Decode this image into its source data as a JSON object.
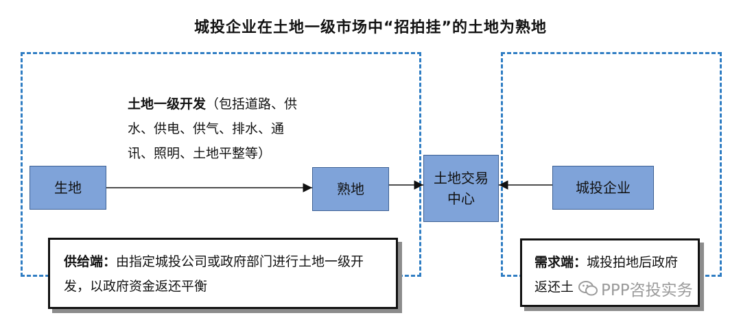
{
  "title": "城投企业在土地一级市场中“招拍挂”的土地为熟地",
  "nodes": {
    "shengdi": "生地",
    "shudi": "熟地",
    "center": "土地交易中心",
    "chengtou": "城投企业"
  },
  "development": {
    "heading": "土地一级开发",
    "detail": "（包括道路、供水、供电、供气、排水、通讯、照明、土地平整等）"
  },
  "supply_note": {
    "label": "供给端：",
    "text": "由指定城投公司或政府部门进行土地一级开发，以政府资金返还平衡"
  },
  "demand_note": {
    "label": "需求端：",
    "text": "城投拍地后政府返还土"
  },
  "watermark": {
    "text": "PPP咨投实务",
    "icon": "wechat-icon"
  },
  "colors": {
    "dashed_border": "#2f7dc3",
    "node_fill": "#7fa3d9",
    "node_border": "#3b5f93"
  }
}
